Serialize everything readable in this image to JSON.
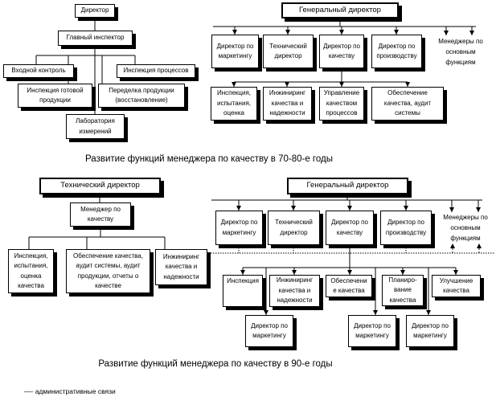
{
  "diagram": {
    "top_left": {
      "director": "Директор",
      "chief_inspector": "Главный инспектор",
      "input_control": "Входной контроль",
      "process_inspection": "Инспекция процессов",
      "finished_goods_inspection": "Инспекция готовой\nпродукции",
      "rework": "Переделка продукции\n(восстановление)",
      "measurement_lab": "Лаборатория\nизмерений"
    },
    "top_right": {
      "general_director": "Генеральный директор",
      "marketing_director": "Директор по\nмаркетингу",
      "technical_director": "Технический\nдиректор",
      "quality_director": "Директор по\nкачеству",
      "production_director": "Директор по\nпроизводству",
      "function_managers": "Менеджеры по\nосновным\nфункциям",
      "inspection_testing": "Инспекция,\nиспытания,\nоценка",
      "quality_engineering": "Инжиниринг\nкачества и\nнадежности",
      "process_quality_management": "Управление\nкачеством\nпроцессов",
      "quality_assurance_audit": "Обеспечение\nкачества, аудит\nсистемы"
    },
    "caption_70_80": "Развитие функций менеджера по качеству в 70-80-е годы",
    "bottom_left": {
      "technical_director": "Технический директор",
      "quality_manager": "Менеджер по\nкачеству",
      "inspection_testing": "Инспекция,\nиспытания,\nоценка\nкачества",
      "quality_assurance_reports": "Обеспечение качества,\nаудит системы, аудит\nпродукции, отчеты о\nкачестве",
      "quality_engineering": "Инжиниринг\nкачества и\nнадежности"
    },
    "bottom_right": {
      "general_director": "Генеральный директор",
      "marketing_director": "Директор по\nмаркетингу",
      "technical_director": "Технический\nдиректор",
      "quality_director": "Директор по\nкачеству",
      "production_director": "Директор по\nпроизводству",
      "function_managers": "Менеджеры по\nосновным\nфункциям",
      "inspection": "Инспекция",
      "quality_engineering": "Инжиниринг\nкачества и\nнадежности",
      "quality_assurance": "Обеспечени\nе качества",
      "quality_planning": "Планиро-\nвание\nкачества",
      "quality_improvement": "Улучшение\nкачества",
      "marketing_director_1": "Директор по\nмаркетингу",
      "marketing_director_2": "Директор по\nмаркетингу",
      "marketing_director_3": "Директор по\nмаркетингу"
    },
    "caption_90": "Развитие функций менеджера по качеству в 90-е годы",
    "legend": "—- административные связи"
  },
  "colors": {
    "line": "#000000",
    "box_background": "#ffffff",
    "shadow": "#000000"
  }
}
